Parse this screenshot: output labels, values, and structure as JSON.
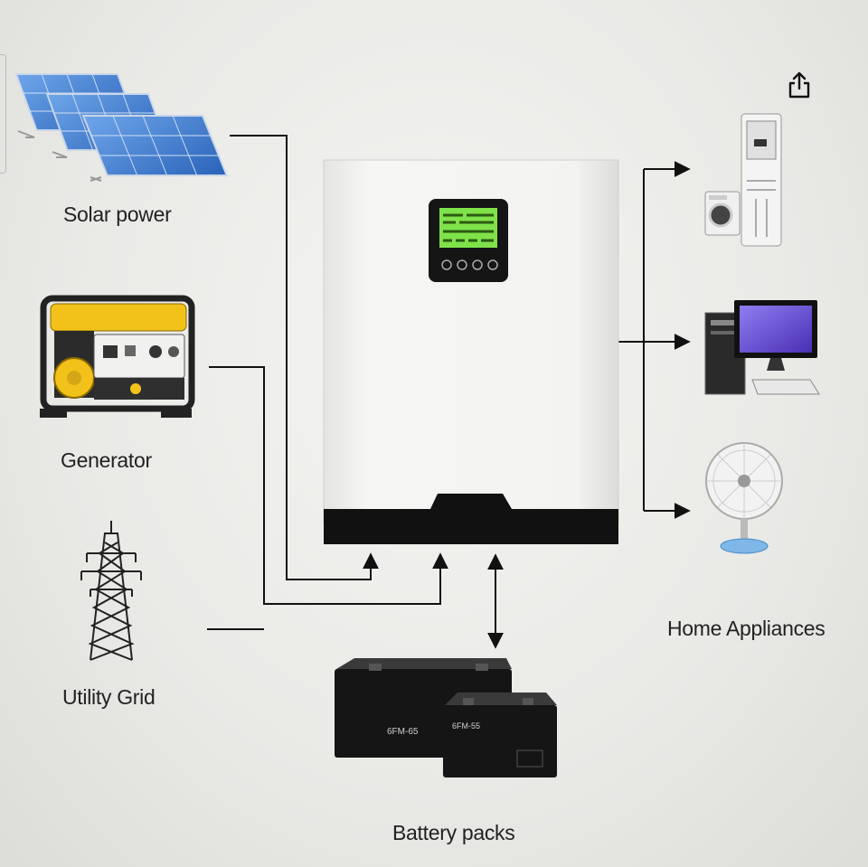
{
  "labels": {
    "solar": "Solar power",
    "generator": "Generator",
    "grid": "Utility Grid",
    "home": "Home Appliances",
    "battery": "Battery packs"
  },
  "battery_markings": {
    "large": "6FM-65",
    "small": "6FM-55"
  },
  "icons": {
    "share": "share-icon"
  },
  "colors": {
    "background": "#ececea",
    "inverter_body": "#f3f3f1",
    "inverter_base": "#111111",
    "lcd": "#7fe24a",
    "generator_yellow": "#f2c21a",
    "solar_blue": "#3d7fd6",
    "monitor_screen": "#6b4fd1",
    "line": "#111111"
  }
}
